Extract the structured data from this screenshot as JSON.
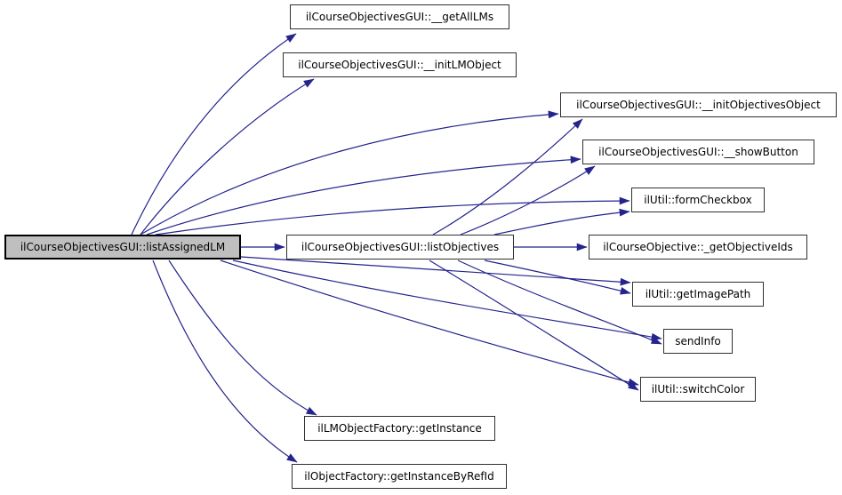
{
  "diagram": {
    "type": "call-graph",
    "colors": {
      "edge": "#24248c",
      "node_border": "#303030",
      "node_fill": "#ffffff",
      "selected_node_fill": "#bfbfbf",
      "selected_node_border": "#000000",
      "background": "#ffffff",
      "text": "#000000"
    },
    "nodes": [
      {
        "id": "listAssignedLM",
        "label": "ilCourseObjectivesGUI::listAssignedLM",
        "selected": true
      },
      {
        "id": "listObjectives",
        "label": "ilCourseObjectivesGUI::listObjectives",
        "selected": false
      },
      {
        "id": "getAllLMs",
        "label": "ilCourseObjectivesGUI::__getAllLMs",
        "selected": false
      },
      {
        "id": "initLMObject",
        "label": "ilCourseObjectivesGUI::__initLMObject",
        "selected": false
      },
      {
        "id": "initObjectivesObject",
        "label": "ilCourseObjectivesGUI::__initObjectivesObject",
        "selected": false
      },
      {
        "id": "showButton",
        "label": "ilCourseObjectivesGUI::__showButton",
        "selected": false
      },
      {
        "id": "formCheckbox",
        "label": "ilUtil::formCheckbox",
        "selected": false
      },
      {
        "id": "getObjectiveIds",
        "label": "ilCourseObjective::_getObjectiveIds",
        "selected": false
      },
      {
        "id": "getImagePath",
        "label": "ilUtil::getImagePath",
        "selected": false
      },
      {
        "id": "sendInfo",
        "label": "sendInfo",
        "selected": false
      },
      {
        "id": "switchColor",
        "label": "ilUtil::switchColor",
        "selected": false
      },
      {
        "id": "getInstance",
        "label": "ilLMObjectFactory::getInstance",
        "selected": false
      },
      {
        "id": "getInstanceByRefId",
        "label": "ilObjectFactory::getInstanceByRefId",
        "selected": false
      }
    ],
    "edges": [
      {
        "from": "listAssignedLM",
        "to": "getAllLMs"
      },
      {
        "from": "listAssignedLM",
        "to": "initLMObject"
      },
      {
        "from": "listAssignedLM",
        "to": "initObjectivesObject"
      },
      {
        "from": "listAssignedLM",
        "to": "showButton"
      },
      {
        "from": "listAssignedLM",
        "to": "formCheckbox"
      },
      {
        "from": "listAssignedLM",
        "to": "listObjectives"
      },
      {
        "from": "listAssignedLM",
        "to": "getImagePath"
      },
      {
        "from": "listAssignedLM",
        "to": "sendInfo"
      },
      {
        "from": "listAssignedLM",
        "to": "switchColor"
      },
      {
        "from": "listAssignedLM",
        "to": "getInstance"
      },
      {
        "from": "listAssignedLM",
        "to": "getInstanceByRefId"
      },
      {
        "from": "listObjectives",
        "to": "initObjectivesObject"
      },
      {
        "from": "listObjectives",
        "to": "showButton"
      },
      {
        "from": "listObjectives",
        "to": "formCheckbox"
      },
      {
        "from": "listObjectives",
        "to": "getObjectiveIds"
      },
      {
        "from": "listObjectives",
        "to": "getImagePath"
      },
      {
        "from": "listObjectives",
        "to": "sendInfo"
      },
      {
        "from": "listObjectives",
        "to": "switchColor"
      }
    ]
  }
}
